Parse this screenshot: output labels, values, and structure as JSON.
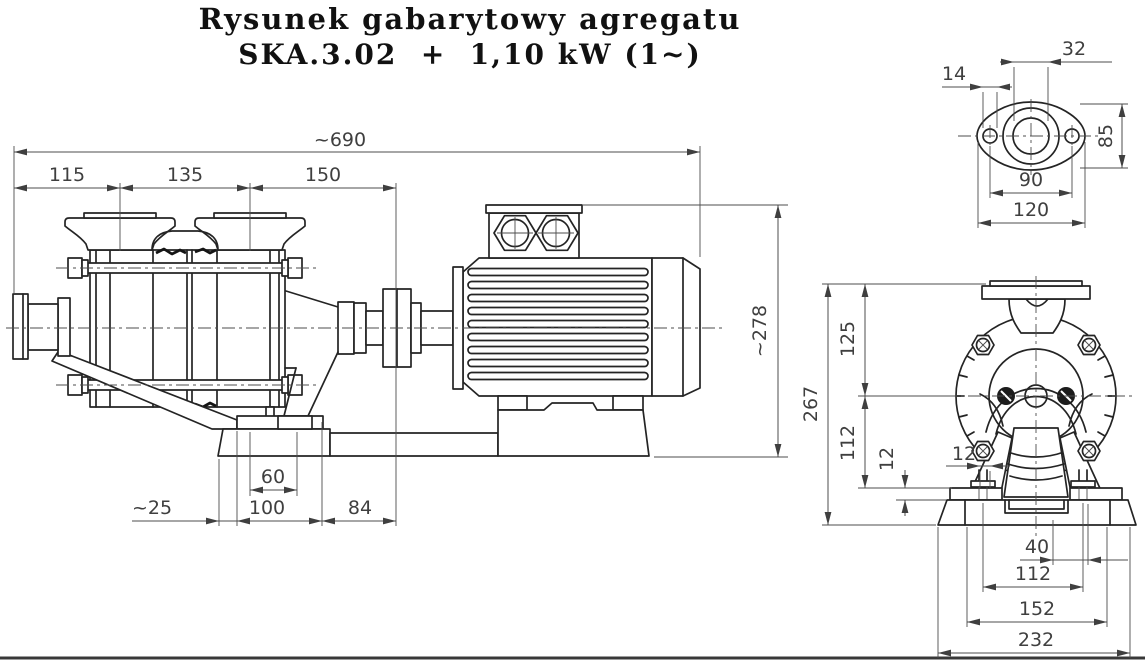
{
  "title": {
    "line1": "Rysunek gabarytowy agregatu",
    "line2": "SKA.3.02  +  1,10 kW (1~)"
  },
  "colors": {
    "object_line": "#242424",
    "thin_line": "#4d4d4d",
    "text": "#3f3f3f",
    "background": "#ffffff"
  },
  "dims": {
    "side": {
      "d690": "~690",
      "d115": "115",
      "d135": "135",
      "d150": "150",
      "d278": "~278",
      "d60": "60",
      "d25": "~25",
      "d100": "100",
      "d84": "84"
    },
    "flange": {
      "d32": "32",
      "d14": "14",
      "d85": "85",
      "d90": "90",
      "d120": "120"
    },
    "front": {
      "d267": "267",
      "d125": "125",
      "d112v": "112",
      "d12v": "12",
      "d12h": "12",
      "d40": "40",
      "d112h": "112",
      "d152": "152",
      "d232": "232"
    }
  }
}
